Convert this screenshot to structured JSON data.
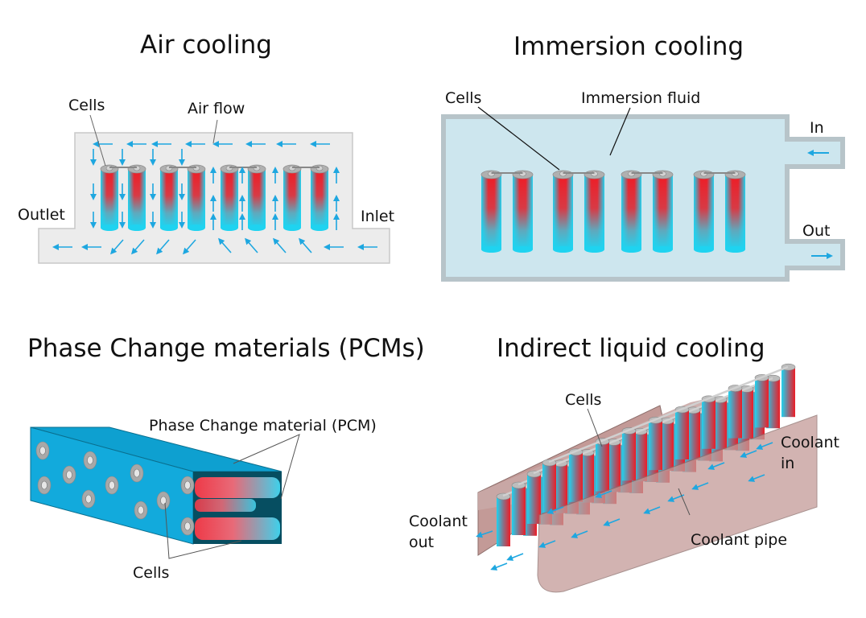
{
  "panels": {
    "air": {
      "title": "Air cooling",
      "labels": {
        "cells": "Cells",
        "air_flow": "Air flow",
        "outlet": "Outlet",
        "inlet": "Inlet"
      },
      "cell_count": 8
    },
    "immersion": {
      "title": "Immersion cooling",
      "labels": {
        "cells": "Cells",
        "fluid": "Immersion fluid",
        "in": "In",
        "out": "Out"
      },
      "cell_count": 8
    },
    "pcm": {
      "title": "Phase Change materials (PCMs)",
      "labels": {
        "pcm": "Phase Change material (PCM)",
        "cells": "Cells"
      }
    },
    "indirect": {
      "title": "Indirect liquid cooling",
      "labels": {
        "cells": "Cells",
        "coolant_in_1": "Coolant",
        "coolant_in_2": "in",
        "coolant_out_1": "Coolant",
        "coolant_out_2": "out",
        "pipe": "Coolant pipe"
      }
    }
  },
  "colors": {
    "cell_cyan": "#1fd3f0",
    "cell_red": "#ee1c25",
    "arrow_blue": "#1ea7e0",
    "air_duct": "#ececec",
    "fluid": "#cde6ee",
    "tank_border": "#b7c4c9",
    "pcm_block": "#0fa6d6",
    "pcm_dark": "#064e61",
    "pipe": "#c39a97"
  }
}
